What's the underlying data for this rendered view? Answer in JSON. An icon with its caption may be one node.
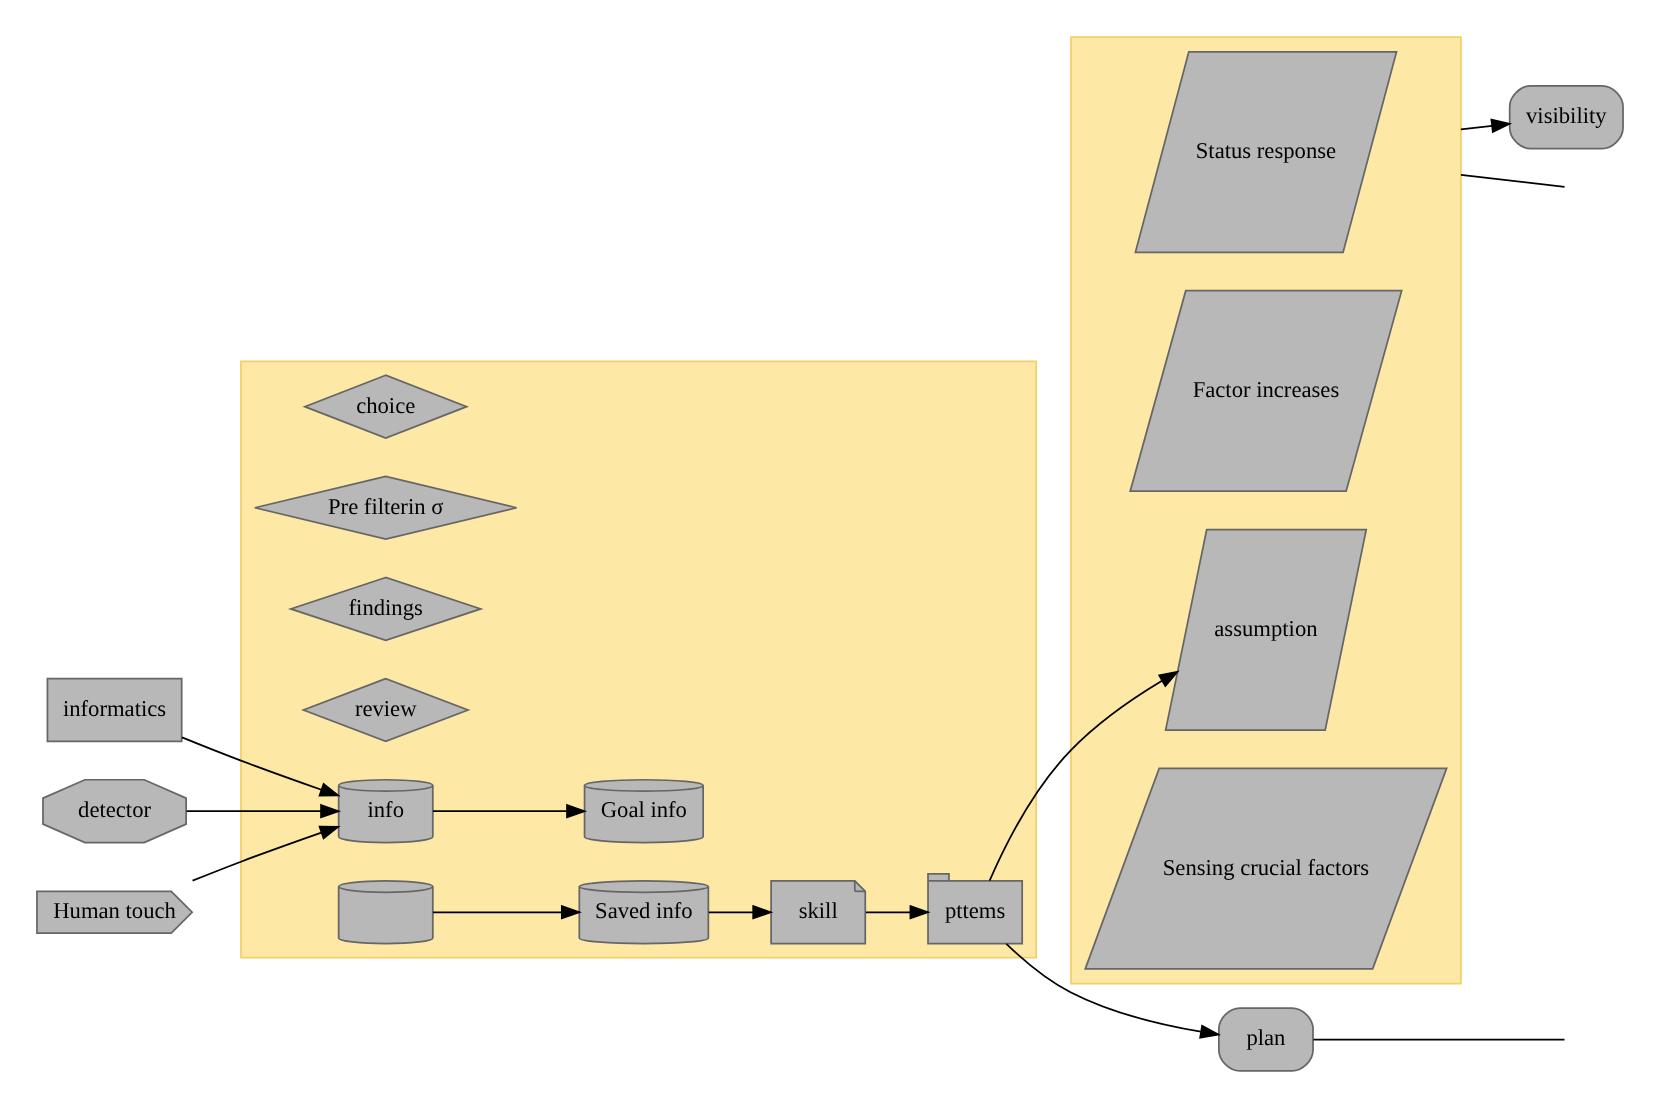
{
  "diagram": {
    "nodes": [
      {
        "text": [],
        "shape": "box"
      },
      {
        "text": [
          "Status response"
        ],
        "in": 0
      },
      {
        "text": [
          "Factor increases"
        ],
        "in": 0
      },
      {
        "text": [
          "assumption"
        ],
        "in": 0
      },
      {
        "text": [
          "Sensing crucial factors"
        ],
        "in": 0
      },
      {
        "text": [
          "visibility"
        ]
      },
      {
        "text": [
          "informatics"
        ]
      },
      {
        "text": [
          "detector"
        ]
      },
      {
        "text": [
          "Human touch"
        ]
      },
      {
        "text": [],
        "shape": "box"
      },
      {
        "text": [
          "choice"
        ],
        "in": 9
      },
      {
        "text": [
          "Pre filterin σ"
        ],
        "in": 9
      },
      {
        "text": [
          "findings"
        ],
        "in": 9
      },
      {
        "text": [
          "review"
        ],
        "in": 9
      },
      {
        "text": [
          "info"
        ],
        "in": 9
      },
      {
        "text": [
          "Goal info"
        ],
        "in": 9
      },
      {
        "text": [],
        "shape": "cylinder",
        "in": 9
      },
      {
        "text": [
          "Saved info"
        ],
        "in": 9
      },
      {
        "text": [
          "skill"
        ],
        "in": 9
      },
      {
        "text": [
          "pttems"
        ],
        "in": 9
      },
      {
        "text": [
          "plan"
        ]
      }
    ],
    "edges": [
      {
        "from": 0,
        "to": 5,
        "arrow": "to"
      },
      {
        "from": 0,
        "to": null,
        "arrow": "none"
      },
      {
        "from": 6,
        "to": 14,
        "arrow": "to"
      },
      {
        "from": 7,
        "to": 14,
        "arrow": "to"
      },
      {
        "from": 8,
        "to": 14,
        "arrow": "to"
      },
      {
        "from": 14,
        "to": 15,
        "arrow": "to"
      },
      {
        "from": 16,
        "to": 17,
        "arrow": "to"
      },
      {
        "from": 17,
        "to": 18,
        "arrow": "to"
      },
      {
        "from": 18,
        "to": 19,
        "arrow": "to"
      },
      {
        "from": 19,
        "to": 20,
        "arrow": "to"
      },
      {
        "from": 19,
        "to": 3,
        "arrow": "to"
      },
      {
        "from": 20,
        "to": null,
        "arrow": "none"
      }
    ]
  }
}
